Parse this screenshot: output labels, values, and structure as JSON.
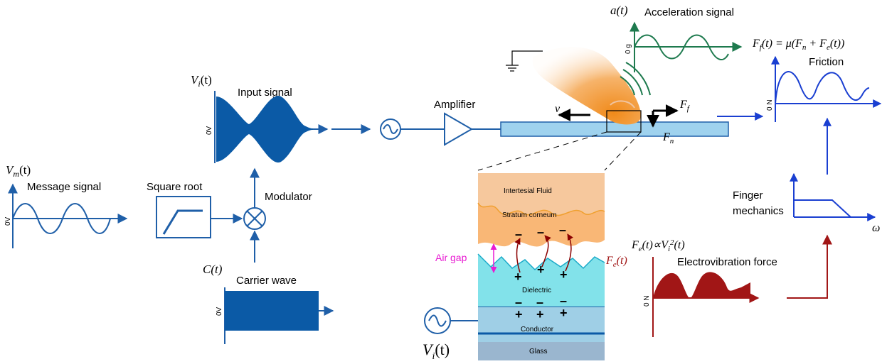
{
  "colors": {
    "blue": "#1f5fa8",
    "dark_blue": "#0b5aa6",
    "green": "#1e7a4e",
    "red": "#a11616",
    "wave_blue": "#1a3fd1",
    "magenta": "#e81bd2",
    "fluid": "#f6c89d",
    "stratum": "#f9b776",
    "dielectric": "#82e2ea",
    "conductor": "#9fcfe6",
    "glass": "#9ab6cf",
    "plate": "#9fd2ee"
  },
  "message": {
    "label": "Message signal",
    "var": "V",
    "sub": "m",
    "arg": "(t)",
    "zero": "0V"
  },
  "square_root": {
    "label": "Square root"
  },
  "modulator": {
    "label": "Modulator"
  },
  "carrier": {
    "label": "Carrier wave",
    "var": "C(t)",
    "zero": "0V"
  },
  "input": {
    "label": "Input signal",
    "var": "V",
    "sub": "i",
    "arg": "(t)",
    "zero": "0V"
  },
  "amplifier": {
    "label": "Amplifier"
  },
  "acceleration": {
    "label": "Acceleration signal",
    "var": "a(t)",
    "zero": "0 g"
  },
  "friction": {
    "label": "Friction",
    "formula_lhs": "F",
    "formula_lhs_sub": "f",
    "formula_mid": "(t) = μ(F",
    "formula_n": "n",
    "formula_plus": " + F",
    "formula_e": "e",
    "formula_end": "(t))",
    "zero": "0 N"
  },
  "finger": {
    "label_line1": "Finger",
    "label_line2": "mechanics",
    "axis": "ω"
  },
  "electro": {
    "label": "Electrovibration force",
    "formula_F": "F",
    "formula_e": "e",
    "formula_t": "(t)∝V",
    "formula_i": "i",
    "formula_sq": "2",
    "formula_end": "(t)",
    "zero": "0 N"
  },
  "touch": {
    "velocity": "v",
    "ff": "F",
    "ff_sub": "f",
    "fn": "F",
    "fn_sub": "n"
  },
  "layers": {
    "fluid": "Intertesial Fluid",
    "stratum": "Stratum corneum",
    "dielectric": "Dielectric",
    "conductor": "Conductor",
    "glass": "Glass",
    "air_gap": "Air gap",
    "fe": "F",
    "fe_sub": "e",
    "fe_arg": "(t)",
    "source_var": "V",
    "source_sub": "i",
    "source_arg": "(t)"
  }
}
